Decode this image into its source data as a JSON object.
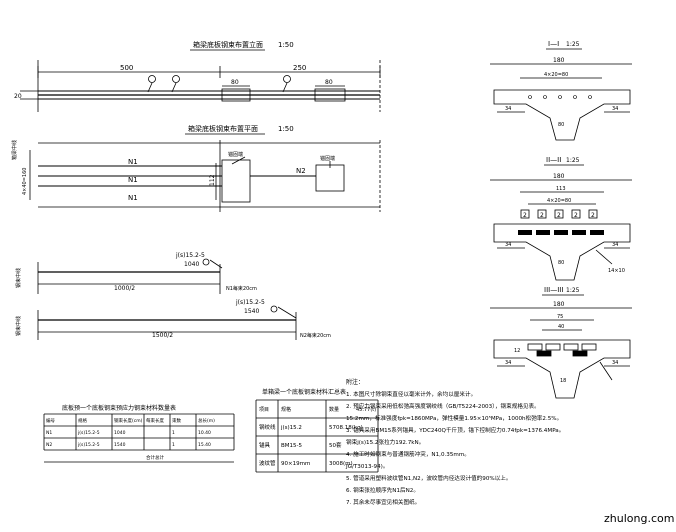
{
  "drawing": {
    "elevation": {
      "title": "箱梁底板钢束布置立面",
      "scale": "1:50",
      "dim_500": "500",
      "dim_250": "250",
      "dim_80a": "80",
      "dim_80b": "80",
      "dim_20": "20",
      "callouts": [
        "①",
        "②",
        "③"
      ]
    },
    "plan": {
      "title": "箱梁底板钢束布置平面",
      "scale": "1:50",
      "tendon_n1_a": "N1",
      "tendon_n1_b": "N1",
      "tendon_n1_c": "N1",
      "tendon_n2": "N2",
      "block_label_a": "锚固端",
      "block_label_b": "锚固端",
      "dim_112": "112",
      "dim_side": "4×40=160",
      "side_label": "箱梁中线"
    },
    "tendon_n1": {
      "spec": "j(s)15.2-5",
      "length": "1040",
      "half_len": "1000/2",
      "note": "N1每束20cm",
      "side_label": "钢束中线"
    },
    "tendon_n2": {
      "spec": "j(s)15.2-5",
      "length": "1540",
      "half_len": "1500/2",
      "note": "N2每束20cm",
      "side_label": "钢束中线"
    },
    "section1": {
      "title": "I—I",
      "scale": "1:25",
      "width": "180",
      "inner": "4×20=80",
      "left": "34",
      "right": "34",
      "center": "80"
    },
    "section2": {
      "title": "II—II",
      "scale": "1:25",
      "width": "180",
      "inner": "113",
      "spacing": "4×20=80",
      "left": "34",
      "right": "34",
      "center": "80",
      "bars": [
        "2",
        "2",
        "2",
        "2",
        "2"
      ],
      "callout": "14×10"
    },
    "section3": {
      "title": "III—III",
      "scale": "1:25",
      "width": "180",
      "inner": "75",
      "spacing": "40",
      "left": "34",
      "right": "34",
      "center": "18",
      "depth": "12"
    },
    "table_left": {
      "title": "底板预一个底板钢束预应力钢束材料数量表",
      "headers": [
        "编号",
        "规格",
        "钢束长度(cm)",
        "每束长度",
        "束数",
        "总长(m)"
      ],
      "rows": [
        [
          "N1",
          "j(s)15.2-5",
          "1040",
          "",
          "1",
          "10.40"
        ],
        [
          "N2",
          "j(s)15.2-5",
          "1540",
          "",
          "1",
          "15.40"
        ]
      ],
      "total_label": "合计总计"
    },
    "table_mid": {
      "title": "单箱梁一个底板钢束材料汇总表",
      "headers": [
        "项目",
        "规格",
        "数量"
      ],
      "rows": [
        [
          "钢绞线",
          "j(s)15.2",
          "5708.18(kg)"
        ],
        [
          "锚具",
          "BM15-5",
          "50套"
        ],
        [
          "波纹管",
          "90×19mm",
          "3008(m)"
        ]
      ],
      "unit_label": "45.77(t)"
    },
    "notes": {
      "title": "附注：",
      "lines": [
        "1. 本图尺寸除钢束直径以毫米计外，余均以厘米计。",
        "2. 预应力钢束采用低松弛高强度钢绞线（GB/T5224-2003），钢束规格见表。",
        "15.2mm，标准强度fpk=1860MPa，弹性模量1.95×10⁵MPa，1000h松弛率2.5%。",
        "3. 锚具采用BM15系列锚具，YDC240Q千斤顶，锚下控制应力0.74fpk=1376.4MPa。",
        "钢束j(s)15.2张拉力192.7kN。",
        "4. 施工时如钢束与普通钢筋冲突，N1,0.35mm。",
        "JG/T3013-94)。",
        "5. 管道采用塑料波纹管N1,N2，波纹管内径达设计值的90%以上。",
        "6. 钢束张拉顺序先N1后N2。",
        "7. 其余未尽事宜见相关图纸。"
      ]
    },
    "watermark": "zhulong.com"
  }
}
